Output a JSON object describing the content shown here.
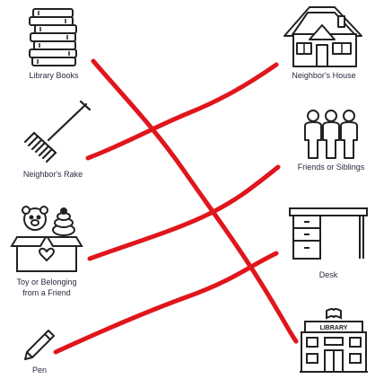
{
  "left_items": [
    {
      "label": "Library Books",
      "icon": "books-icon"
    },
    {
      "label": "Neighbor's Rake",
      "icon": "rake-icon"
    },
    {
      "label": "Toy or Belonging\nfrom a Friend",
      "icon": "toy-box-icon"
    },
    {
      "label": "Pen",
      "icon": "pen-icon"
    }
  ],
  "right_items": [
    {
      "label": "Neighbor's House",
      "icon": "house-icon"
    },
    {
      "label": "Friends or Siblings",
      "icon": "people-icon"
    },
    {
      "label": "Desk",
      "icon": "desk-icon"
    },
    {
      "label": "LIBRARY",
      "icon": "library-building-icon"
    }
  ],
  "matches": [
    {
      "from": "Library Books",
      "to": "LIBRARY"
    },
    {
      "from": "Neighbor's Rake",
      "to": "Neighbor's House"
    },
    {
      "from": "Toy or Belonging\nfrom a Friend",
      "to": "Friends or Siblings"
    },
    {
      "from": "Pen",
      "to": "Desk"
    }
  ],
  "line_color": "#e0161c"
}
